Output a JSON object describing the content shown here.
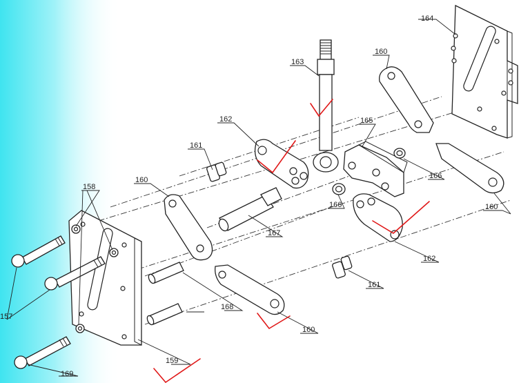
{
  "diagram": {
    "part_labels": {
      "p157": "157",
      "p158": "158",
      "p159": "159",
      "p160a": "160",
      "p160b": "160",
      "p160c": "160",
      "p160d": "160",
      "p161a": "161",
      "p161b": "161",
      "p162a": "162",
      "p162b": "162",
      "p163": "163",
      "p164": "164",
      "p165": "165",
      "p166a": "166",
      "p166b": "166",
      "p167": "167",
      "p168": "168",
      "p169": "169"
    },
    "colors": {
      "background_gradient_start": "#3fe4f0",
      "background": "#ffffff",
      "line": "#222222",
      "check_mark": "#e01818"
    }
  }
}
